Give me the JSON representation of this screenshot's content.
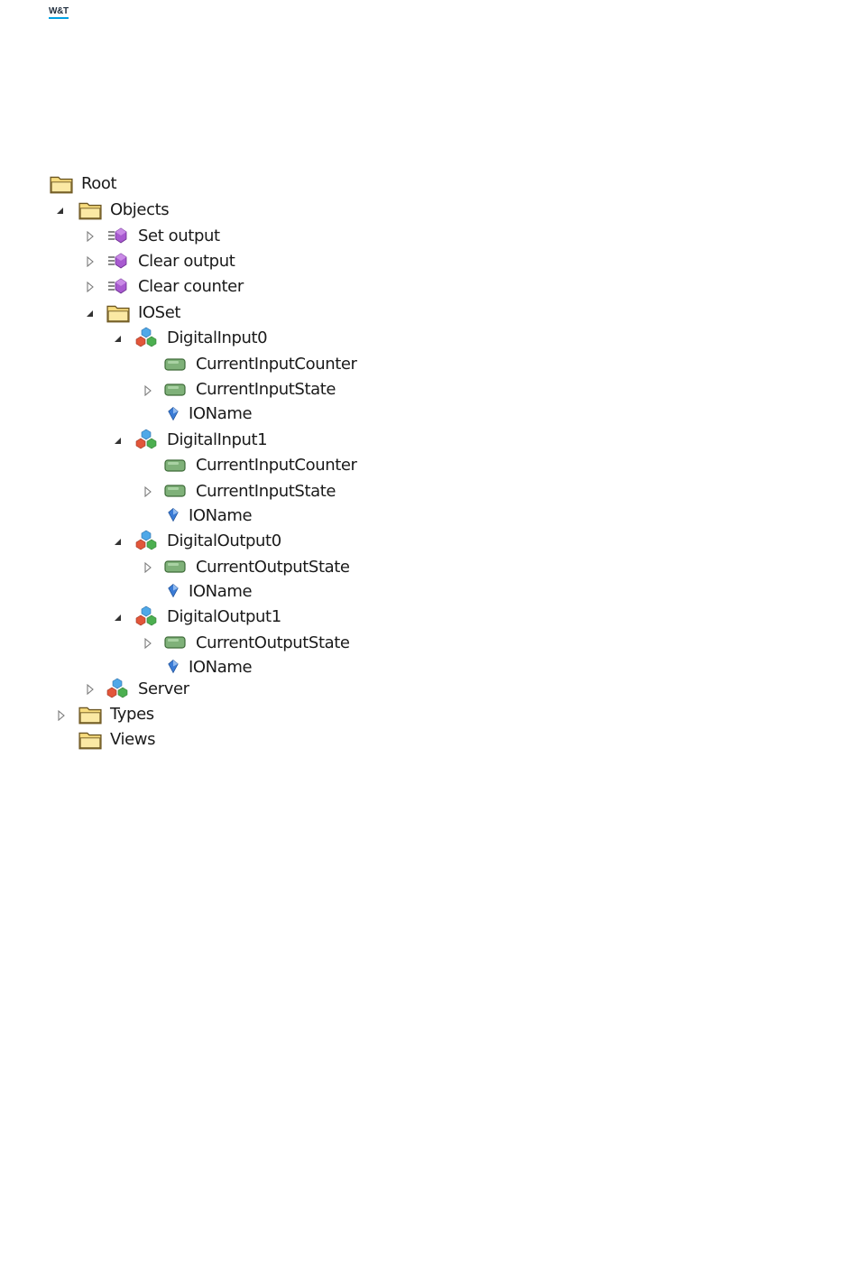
{
  "header": {
    "logo_text": "W&T"
  },
  "tree": {
    "root": {
      "label": "Root",
      "icon": "folder-icon"
    },
    "objects": {
      "label": "Objects",
      "icon": "folder-icon",
      "expanded": true
    },
    "set_output": {
      "label": "Set output",
      "icon": "method-icon",
      "expanded": false
    },
    "clear_output": {
      "label": "Clear output",
      "icon": "method-icon",
      "expanded": false
    },
    "clear_counter": {
      "label": "Clear counter",
      "icon": "method-icon",
      "expanded": false
    },
    "ioset": {
      "label": "IOSet",
      "icon": "folder-icon",
      "expanded": true
    },
    "digital_input0": {
      "label": "DigitalInput0",
      "icon": "object-icon",
      "expanded": true,
      "counter": "CurrentInputCounter",
      "state": "CurrentInputState",
      "ioname": "IOName"
    },
    "digital_input1": {
      "label": "DigitalInput1",
      "icon": "object-icon",
      "expanded": true,
      "counter": "CurrentInputCounter",
      "state": "CurrentInputState",
      "ioname": "IOName"
    },
    "digital_output0": {
      "label": "DigitalOutput0",
      "icon": "object-icon",
      "expanded": true,
      "state": "CurrentOutputState",
      "ioname": "IOName"
    },
    "digital_output1": {
      "label": "DigitalOutput1",
      "icon": "object-icon",
      "expanded": true,
      "state": "CurrentOutputState",
      "ioname": "IOName"
    },
    "server": {
      "label": "Server",
      "icon": "object-icon",
      "expanded": false
    },
    "types": {
      "label": "Types",
      "icon": "folder-icon",
      "expanded": false
    },
    "views": {
      "label": "Views",
      "icon": "folder-icon"
    }
  },
  "colors": {
    "folder": "#f5d36b",
    "method": "#a05cc9",
    "variable": "#6fa06a",
    "property": "#3a7bd5",
    "logo_underline": "#00a0e3"
  }
}
